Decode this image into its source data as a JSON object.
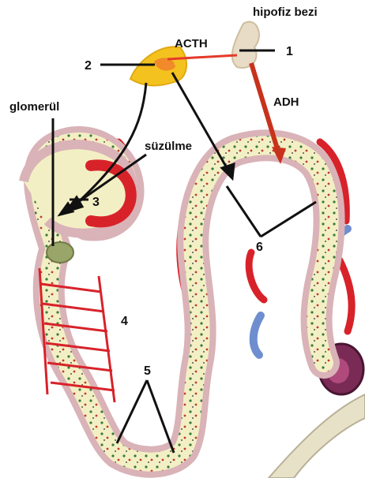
{
  "labels": {
    "hipofiz_bezi": "hipofiz bezi",
    "acth": "ACTH",
    "adh": "ADH",
    "glomerul": "glomerül",
    "suzulme": "süzülme",
    "n1": "1",
    "n2": "2",
    "n3": "3",
    "n4": "4",
    "n5": "5",
    "n6": "6"
  },
  "colors": {
    "tubule_fill": "#f3efc4",
    "tubule_wall": "#d9b3b8",
    "vessel_red": "#d8222a",
    "vessel_blue": "#6f8ed0",
    "pituitary": "#e8dcc6",
    "adrenal": "#f4c21e",
    "arrow_red": "#c8321d",
    "lines": "#111111"
  },
  "icons": [
    "pituitary-gland-icon",
    "adrenal-gland-icon",
    "glomerulus-icon",
    "kidney-nephron-illustration"
  ]
}
